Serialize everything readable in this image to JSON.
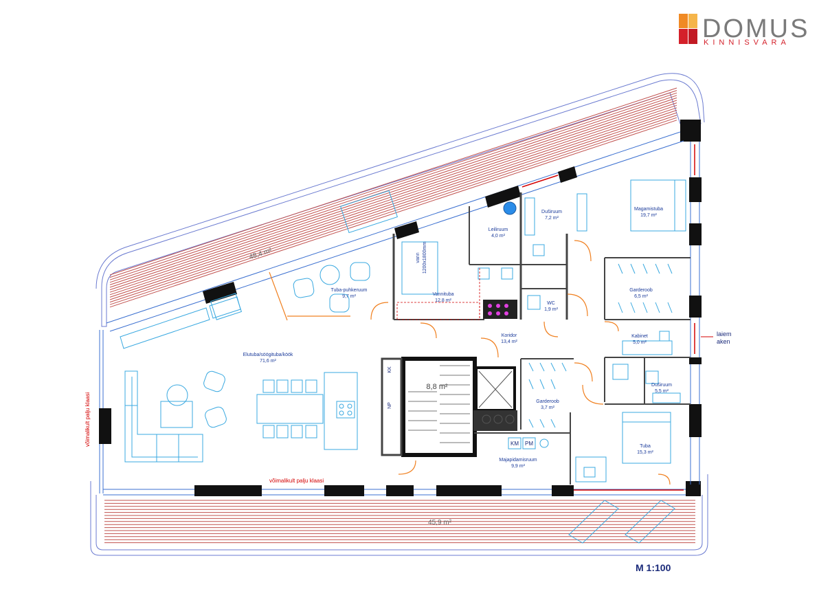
{
  "logo": {
    "word": "DOMUS",
    "sub": "KINNISVARA",
    "colors": [
      "#f08a24",
      "#d4202a",
      "#f5b54a",
      "#c21a24"
    ]
  },
  "scale_label": "M 1:100",
  "terraces": [
    {
      "id": "north",
      "area": "48,4 m²"
    },
    {
      "id": "south",
      "area": "45,9 m²"
    }
  ],
  "rooms": [
    {
      "id": "elutuba",
      "name": "Elutuba/söögituba/köök",
      "area": "71,6 m²"
    },
    {
      "id": "puhkeruum",
      "name": "Tuba-puhkeruum",
      "area": "9,7 m²"
    },
    {
      "id": "vannituba",
      "name": "Vannituba",
      "area": "12,8 m²"
    },
    {
      "id": "leiliruum",
      "name": "Leiliruum",
      "area": "4,0 m²"
    },
    {
      "id": "dusiruum1",
      "name": "Duširuum",
      "area": "7,2 m²"
    },
    {
      "id": "magamistuba",
      "name": "Magamistuba",
      "area": "19,7 m²"
    },
    {
      "id": "wc",
      "name": "WC",
      "area": "1,9 m²"
    },
    {
      "id": "garderoob1",
      "name": "Garderoob",
      "area": "6,5 m²"
    },
    {
      "id": "koridor",
      "name": "Koridor",
      "area": "13,4 m²"
    },
    {
      "id": "kabinet",
      "name": "Kabinet",
      "area": "5,0 m²"
    },
    {
      "id": "dusiruum2",
      "name": "Duširuum",
      "area": "5,5 m²"
    },
    {
      "id": "garderoob2",
      "name": "Garderoob",
      "area": "3,7 m²"
    },
    {
      "id": "tuba",
      "name": "Tuba",
      "area": "15,3 m²"
    },
    {
      "id": "majapidamisruum",
      "name": "Majapidamisruum",
      "area": "9,9 m²"
    }
  ],
  "stair_area": "8,8 m²",
  "bath_tub": {
    "line1": "vann",
    "line2": "1200x1800mm"
  },
  "appliance_labels": {
    "kk": "KK",
    "np": "NP",
    "km": "KM",
    "pm": "PM"
  },
  "annotations": {
    "glass_vertical": "võimalikult palju klaasi",
    "glass_horizontal": "võimalikult palju klaasi",
    "wider_window_1": "laiem",
    "wider_window_2": "aken"
  }
}
